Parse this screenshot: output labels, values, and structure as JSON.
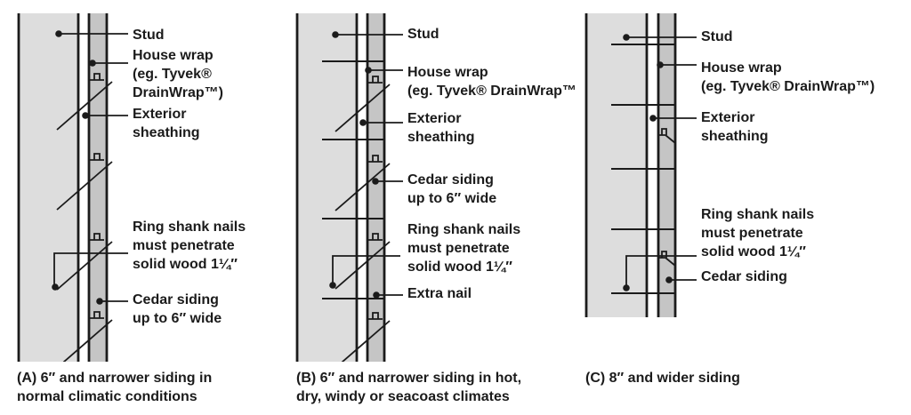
{
  "colors": {
    "line": "#1b1b1b",
    "stud-fill": "#dddddd",
    "siding-fill": "#c5c5c5",
    "bg": "#ffffff"
  },
  "panels": [
    {
      "id": "A",
      "labels": {
        "stud": "Stud",
        "housewrap": [
          "House wrap",
          "(eg. Tyvek®",
          "DrainWrap™)"
        ],
        "sheathing": [
          "Exterior",
          "sheathing"
        ],
        "ring_nails": [
          "Ring shank nails",
          "must penetrate",
          "solid wood 1¼″"
        ],
        "siding": [
          "Cedar siding",
          "up to 6″ wide"
        ]
      },
      "caption": [
        "(A) 6″ and narrower siding in",
        "normal climatic conditions"
      ]
    },
    {
      "id": "B",
      "labels": {
        "stud": "Stud",
        "housewrap": [
          "House wrap",
          "(eg. Tyvek® DrainWrap™"
        ],
        "sheathing": [
          "Exterior",
          "sheathing"
        ],
        "siding": [
          "Cedar siding",
          "up to 6″ wide"
        ],
        "ring_nails": [
          "Ring shank nails",
          "must penetrate",
          "solid wood 1¼″"
        ],
        "extra_nail": "Extra nail"
      },
      "caption": [
        "(B) 6″ and narrower siding in hot,",
        "dry, windy or seacoast climates"
      ]
    },
    {
      "id": "C",
      "labels": {
        "stud": "Stud",
        "housewrap": [
          "House wrap",
          "(eg. Tyvek® DrainWrap™)"
        ],
        "sheathing": [
          "Exterior",
          "sheathing"
        ],
        "ring_nails": [
          "Ring shank nails",
          "must penetrate",
          "solid wood 1¼″"
        ],
        "siding": "Cedar siding"
      },
      "caption": [
        "(C) 8″ and wider siding"
      ]
    }
  ]
}
